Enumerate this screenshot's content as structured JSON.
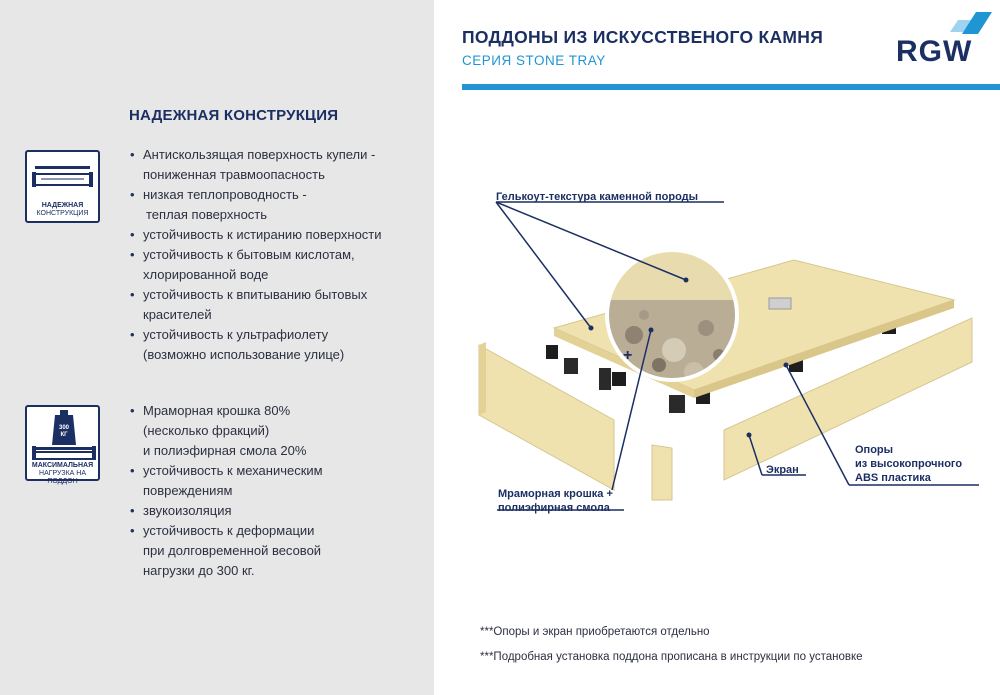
{
  "header": {
    "title": "ПОДДОНЫ ИЗ ИСКУССТВЕНОГО КАМНЯ",
    "subtitle": "СЕРИЯ STONE TRAY",
    "logo_text": "RGW"
  },
  "left": {
    "heading": "НАДЕЖНАЯ КОНСТРУКЦИЯ",
    "badge1": {
      "line1": "НАДЕЖНАЯ",
      "line2": "КОНСТРУКЦИЯ",
      "icon": "tray-construction-icon"
    },
    "badge2": {
      "weight_line1": "300",
      "weight_line2": "КГ",
      "line1": "МАКСИМАЛЬНАЯ",
      "line2": "НАГРУЗКА НА ПОДДОН",
      "icon": "weight-load-icon"
    },
    "bullets1": [
      [
        "Антискользящая поверхность купели -",
        "пониженная травмоопасность"
      ],
      [
        "низкая теплопроводность -",
        " теплая поверхность"
      ],
      [
        "устойчивость к истиранию поверхности"
      ],
      [
        "устойчивость к бытовым кислотам,",
        "хлорированной воде"
      ],
      [
        "устойчивость к впитыванию бытовых",
        "красителей"
      ],
      [
        "устойчивость к ультрафиолету",
        "(возможно использование улице)"
      ]
    ],
    "bullets2": [
      [
        "Мраморная крошка 80%",
        "(несколько фракций)",
        " и полиэфирная смола 20%"
      ],
      [
        "устойчивость к механическим",
        "повреждениям"
      ],
      [
        "звукоизоляция"
      ],
      [
        "устойчивость к деформации",
        "при долговременной весовой",
        "нагрузки до 300 кг."
      ]
    ]
  },
  "diagram": {
    "gelcoat_label": "Гелькоут-текстура каменной породы",
    "marble_label_1": "Мраморная крошка +",
    "marble_label_2": "полиэфирная смола",
    "screen_label": "Экран",
    "supports_label_1": "Опоры",
    "supports_label_2": "из высокопрочного",
    "supports_label_3": "ABS пластика",
    "plus_sign": "+"
  },
  "notes": [
    "***Опоры и экран приобретаются отдельно",
    "***Подробная установка поддона прописана в инструкции по установке"
  ],
  "colors": {
    "navy": "#1c2f63",
    "accent_blue": "#1f95d3",
    "left_bg": "#e7e7e8",
    "tray_cream": "#f0e2ae"
  }
}
